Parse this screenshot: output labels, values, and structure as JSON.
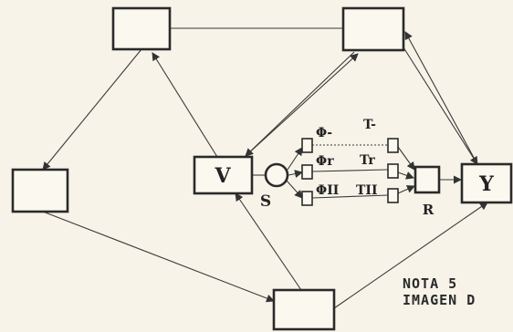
{
  "symbols": {
    "center_node": "V",
    "right_node": "Y",
    "left_circle_label": "S",
    "right_small_label": "R",
    "phi_1": "Φ-",
    "phi_2": "Φr",
    "phi_3": "ΦII",
    "tau_1": "T-",
    "tau_2": "Tr",
    "tau_3": "TII"
  },
  "note": {
    "line1": "NOTA 5",
    "line2": "IMAGEN D"
  },
  "colors": {
    "paper": "#f7f3e8",
    "ink": "#2a2a2a"
  }
}
